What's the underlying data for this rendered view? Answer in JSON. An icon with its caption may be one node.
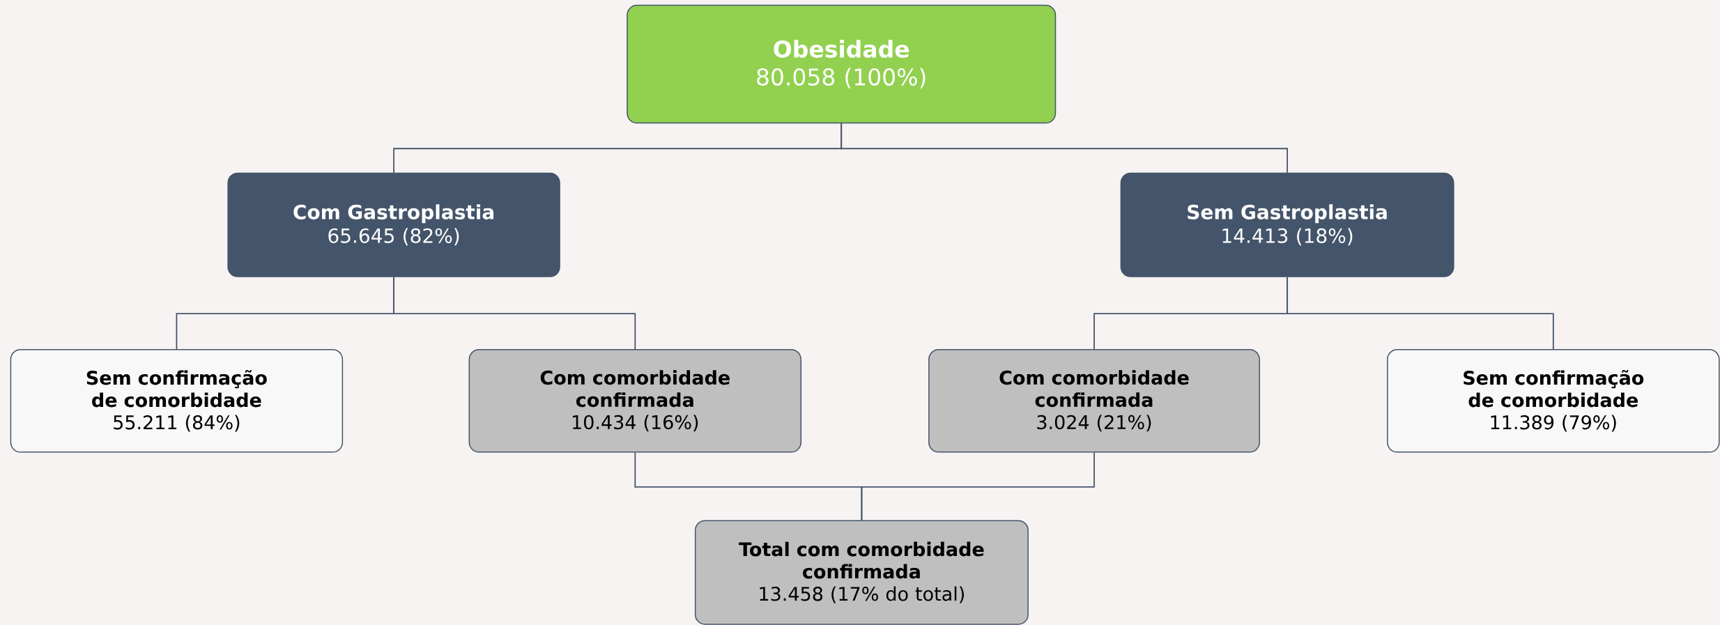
{
  "diagram": {
    "nodes": [
      {
        "text": [
          "Obesidade",
          "80.058 (100%)"
        ]
      },
      {
        "text": [
          "Com Gastroplastia",
          "65.645 (82%)"
        ]
      },
      {
        "text": [
          "Sem Gastroplastia",
          "14.413 (18%)"
        ]
      },
      {
        "text": [
          "Sem confirmação de comorbidade",
          "55.211 (84%)"
        ]
      },
      {
        "text": [
          "Com comorbidade confirmada",
          "10.434 (16%)"
        ]
      },
      {
        "text": [
          "Com comorbidade confirmada",
          "3.024 (21%)"
        ]
      },
      {
        "text": [
          "Sem confirmação de comorbidade",
          "11.389 (79%)"
        ]
      },
      {
        "text": [
          "Total com comorbidade confirmada",
          "13.458 (17% do total)"
        ]
      }
    ],
    "edges": [
      {
        "from": 0,
        "to": 1,
        "arrow": "none"
      },
      {
        "from": 0,
        "to": 2,
        "arrow": "none"
      },
      {
        "from": 1,
        "to": 3,
        "arrow": "none"
      },
      {
        "from": 1,
        "to": 4,
        "arrow": "none"
      },
      {
        "from": 2,
        "to": 5,
        "arrow": "none"
      },
      {
        "from": 2,
        "to": 6,
        "arrow": "none"
      },
      {
        "from": 4,
        "to": 7,
        "arrow": "none"
      },
      {
        "from": 5,
        "to": 7,
        "arrow": "none"
      }
    ]
  }
}
